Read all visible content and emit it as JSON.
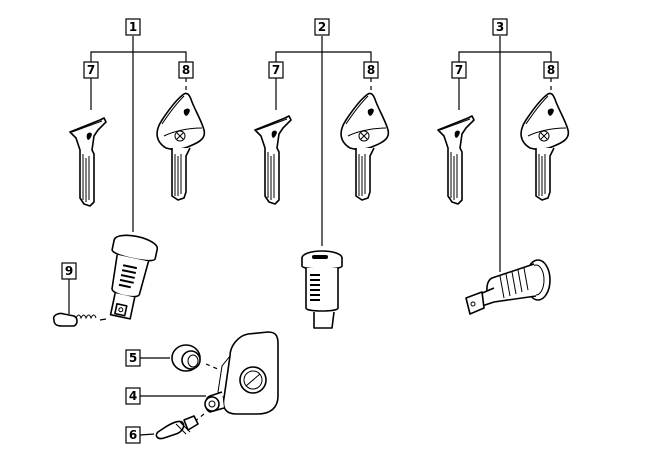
{
  "diagram": {
    "title": "Lock set parts diagram",
    "groups": [
      {
        "id": "1",
        "label": "1",
        "children": [
          "7",
          "8"
        ],
        "part": "lock-cylinder-ignition"
      },
      {
        "id": "2",
        "label": "2",
        "children": [
          "7",
          "8"
        ],
        "part": "lock-cylinder-round"
      },
      {
        "id": "3",
        "label": "3",
        "children": [
          "7",
          "8"
        ],
        "part": "lock-cylinder-horizontal"
      }
    ],
    "callouts": {
      "g1_top": "1",
      "g1_left": "7",
      "g1_right": "8",
      "g2_top": "2",
      "g2_left": "7",
      "g2_right": "8",
      "g3_top": "3",
      "g3_left": "7",
      "g3_right": "8",
      "spring": "9",
      "cap": "5",
      "housing": "4",
      "pin": "6"
    },
    "parts": [
      {
        "number": "1",
        "name": "lock-cylinder-set-1"
      },
      {
        "number": "2",
        "name": "lock-cylinder-set-2"
      },
      {
        "number": "3",
        "name": "lock-cylinder-set-3"
      },
      {
        "number": "4",
        "name": "lock-housing-with-logo"
      },
      {
        "number": "5",
        "name": "rubber-cap"
      },
      {
        "number": "6",
        "name": "pin"
      },
      {
        "number": "7",
        "name": "key-flat"
      },
      {
        "number": "8",
        "name": "key-with-logo-head"
      },
      {
        "number": "9",
        "name": "spring"
      }
    ]
  }
}
